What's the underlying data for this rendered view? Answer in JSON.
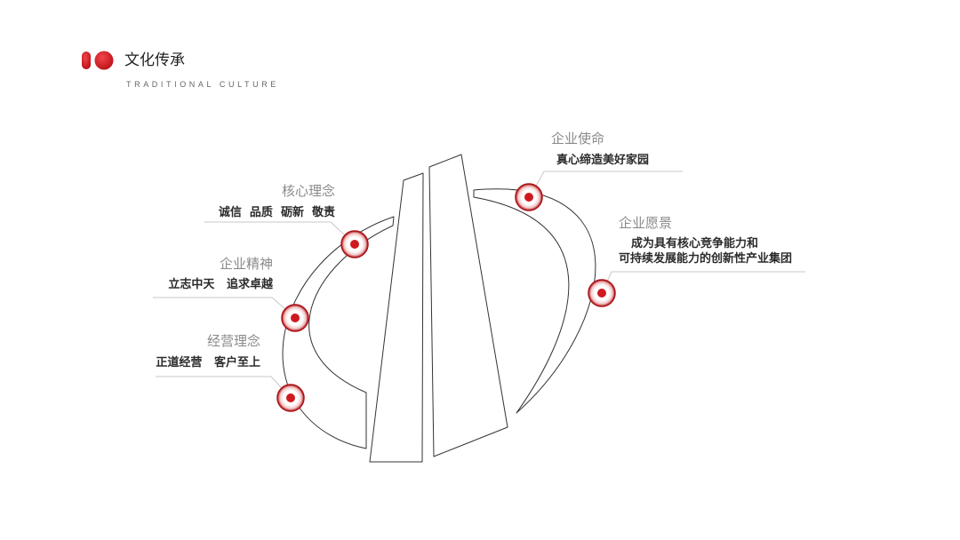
{
  "header": {
    "title": "文化传承",
    "subtitle": "TRADITIONAL CULTURE",
    "logo_icon": "red-pill-and-circle-logo"
  },
  "colors": {
    "accent": "#c8151b",
    "ring": "#b01218",
    "outline": "#333333",
    "leader": "#c8c8c8"
  },
  "items": [
    {
      "id": "core",
      "caption": "核心理念",
      "value": "诚信  品质  砺新  敬责"
    },
    {
      "id": "spirit",
      "caption": "企业精神",
      "value": "立志中天   追求卓越"
    },
    {
      "id": "business",
      "caption": "经营理念",
      "value": "正道经营   客户至上"
    },
    {
      "id": "mission",
      "caption": "企业使命",
      "value": "真心缔造美好家园"
    },
    {
      "id": "vision",
      "caption": "企业愿景",
      "value_line1": "成为具有核心竞争能力和",
      "value_line2": "可持续发展能力的创新性产业集团"
    }
  ]
}
